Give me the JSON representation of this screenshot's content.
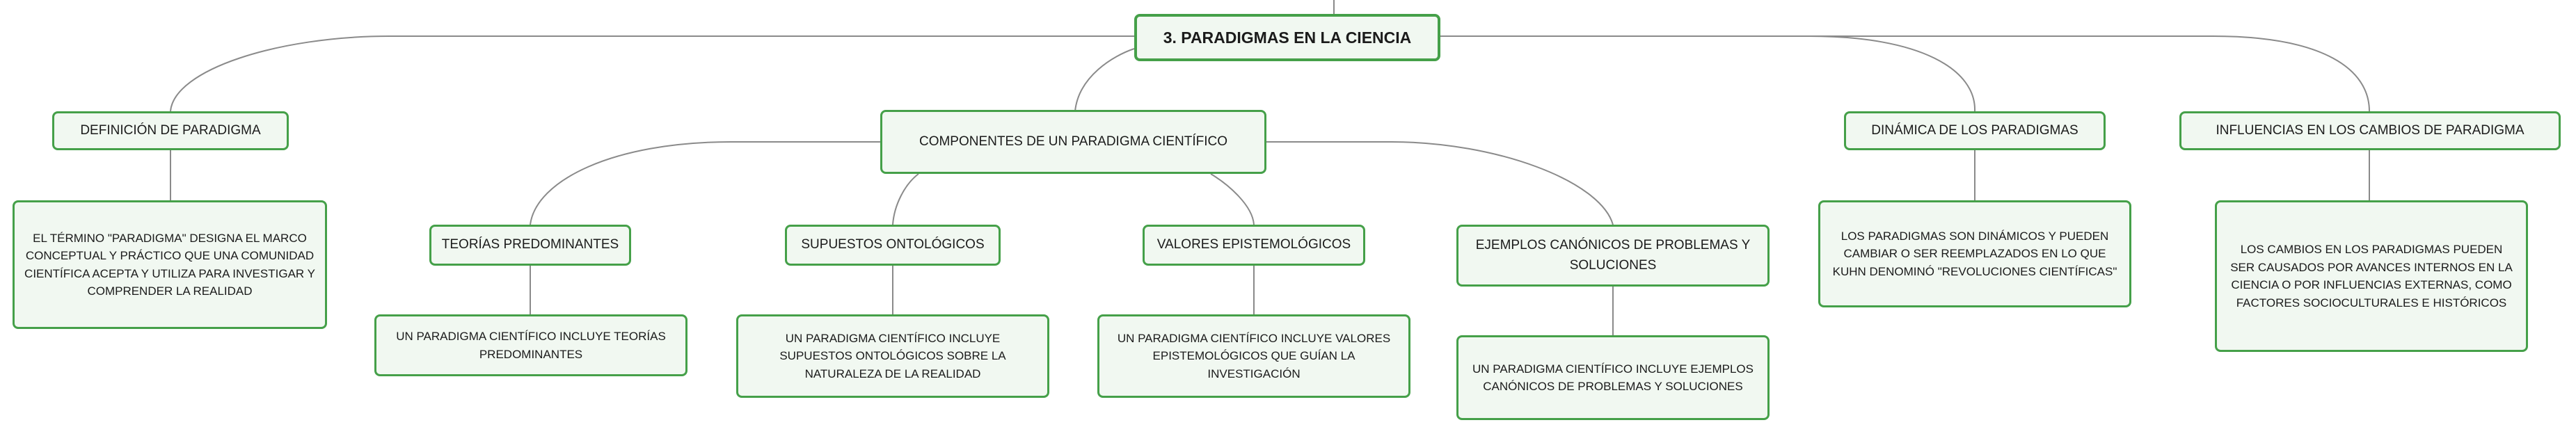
{
  "root": {
    "label": "3. PARADIGMAS EN LA CIENCIA"
  },
  "topics": {
    "definicion": "DEFINICIÓN DE PARADIGMA",
    "componentes": "COMPONENTES DE UN PARADIGMA CIENTÍFICO",
    "dinamica": "DINÁMICA DE LOS PARADIGMAS",
    "influencias": "INFLUENCIAS EN LOS CAMBIOS DE PARADIGMA"
  },
  "subtopics": {
    "teorias": "TEORÍAS PREDOMINANTES",
    "supuestos": "SUPUESTOS ONTOLÓGICOS",
    "valores": "VALORES EPISTEMOLÓGICOS",
    "ejemplos": "EJEMPLOS CANÓNICOS DE PROBLEMAS Y SOLUCIONES"
  },
  "details": {
    "definicion": "EL TÉRMINO \"PARADIGMA\" DESIGNA EL MARCO CONCEPTUAL Y PRÁCTICO QUE UNA COMUNIDAD CIENTÍFICA ACEPTA Y UTILIZA PARA INVESTIGAR Y COMPRENDER LA REALIDAD",
    "teorias": "UN PARADIGMA CIENTÍFICO INCLUYE TEORÍAS PREDOMINANTES",
    "supuestos": "UN PARADIGMA CIENTÍFICO INCLUYE SUPUESTOS ONTOLÓGICOS SOBRE LA NATURALEZA DE LA REALIDAD",
    "valores": "UN PARADIGMA CIENTÍFICO INCLUYE VALORES EPISTEMOLÓGICOS QUE GUÍAN LA INVESTIGACIÓN",
    "ejemplos": "UN PARADIGMA CIENTÍFICO INCLUYE EJEMPLOS CANÓNICOS DE PROBLEMAS Y SOLUCIONES",
    "dinamica": "LOS PARADIGMAS SON DINÁMICOS Y PUEDEN CAMBIAR O SER REEMPLAZADOS EN LO QUE KUHN DENOMINÓ \"REVOLUCIONES CIENTÍFICAS\"",
    "influencias": "LOS CAMBIOS EN LOS PARADIGMAS PUEDEN SER CAUSADOS POR AVANCES INTERNOS EN LA CIENCIA O POR INFLUENCIAS EXTERNAS, COMO FACTORES SOCIOCULTURALES E HISTÓRICOS"
  },
  "colors": {
    "border": "#45a049",
    "fill": "#f1f8f1",
    "connector": "#8a8a8a"
  }
}
